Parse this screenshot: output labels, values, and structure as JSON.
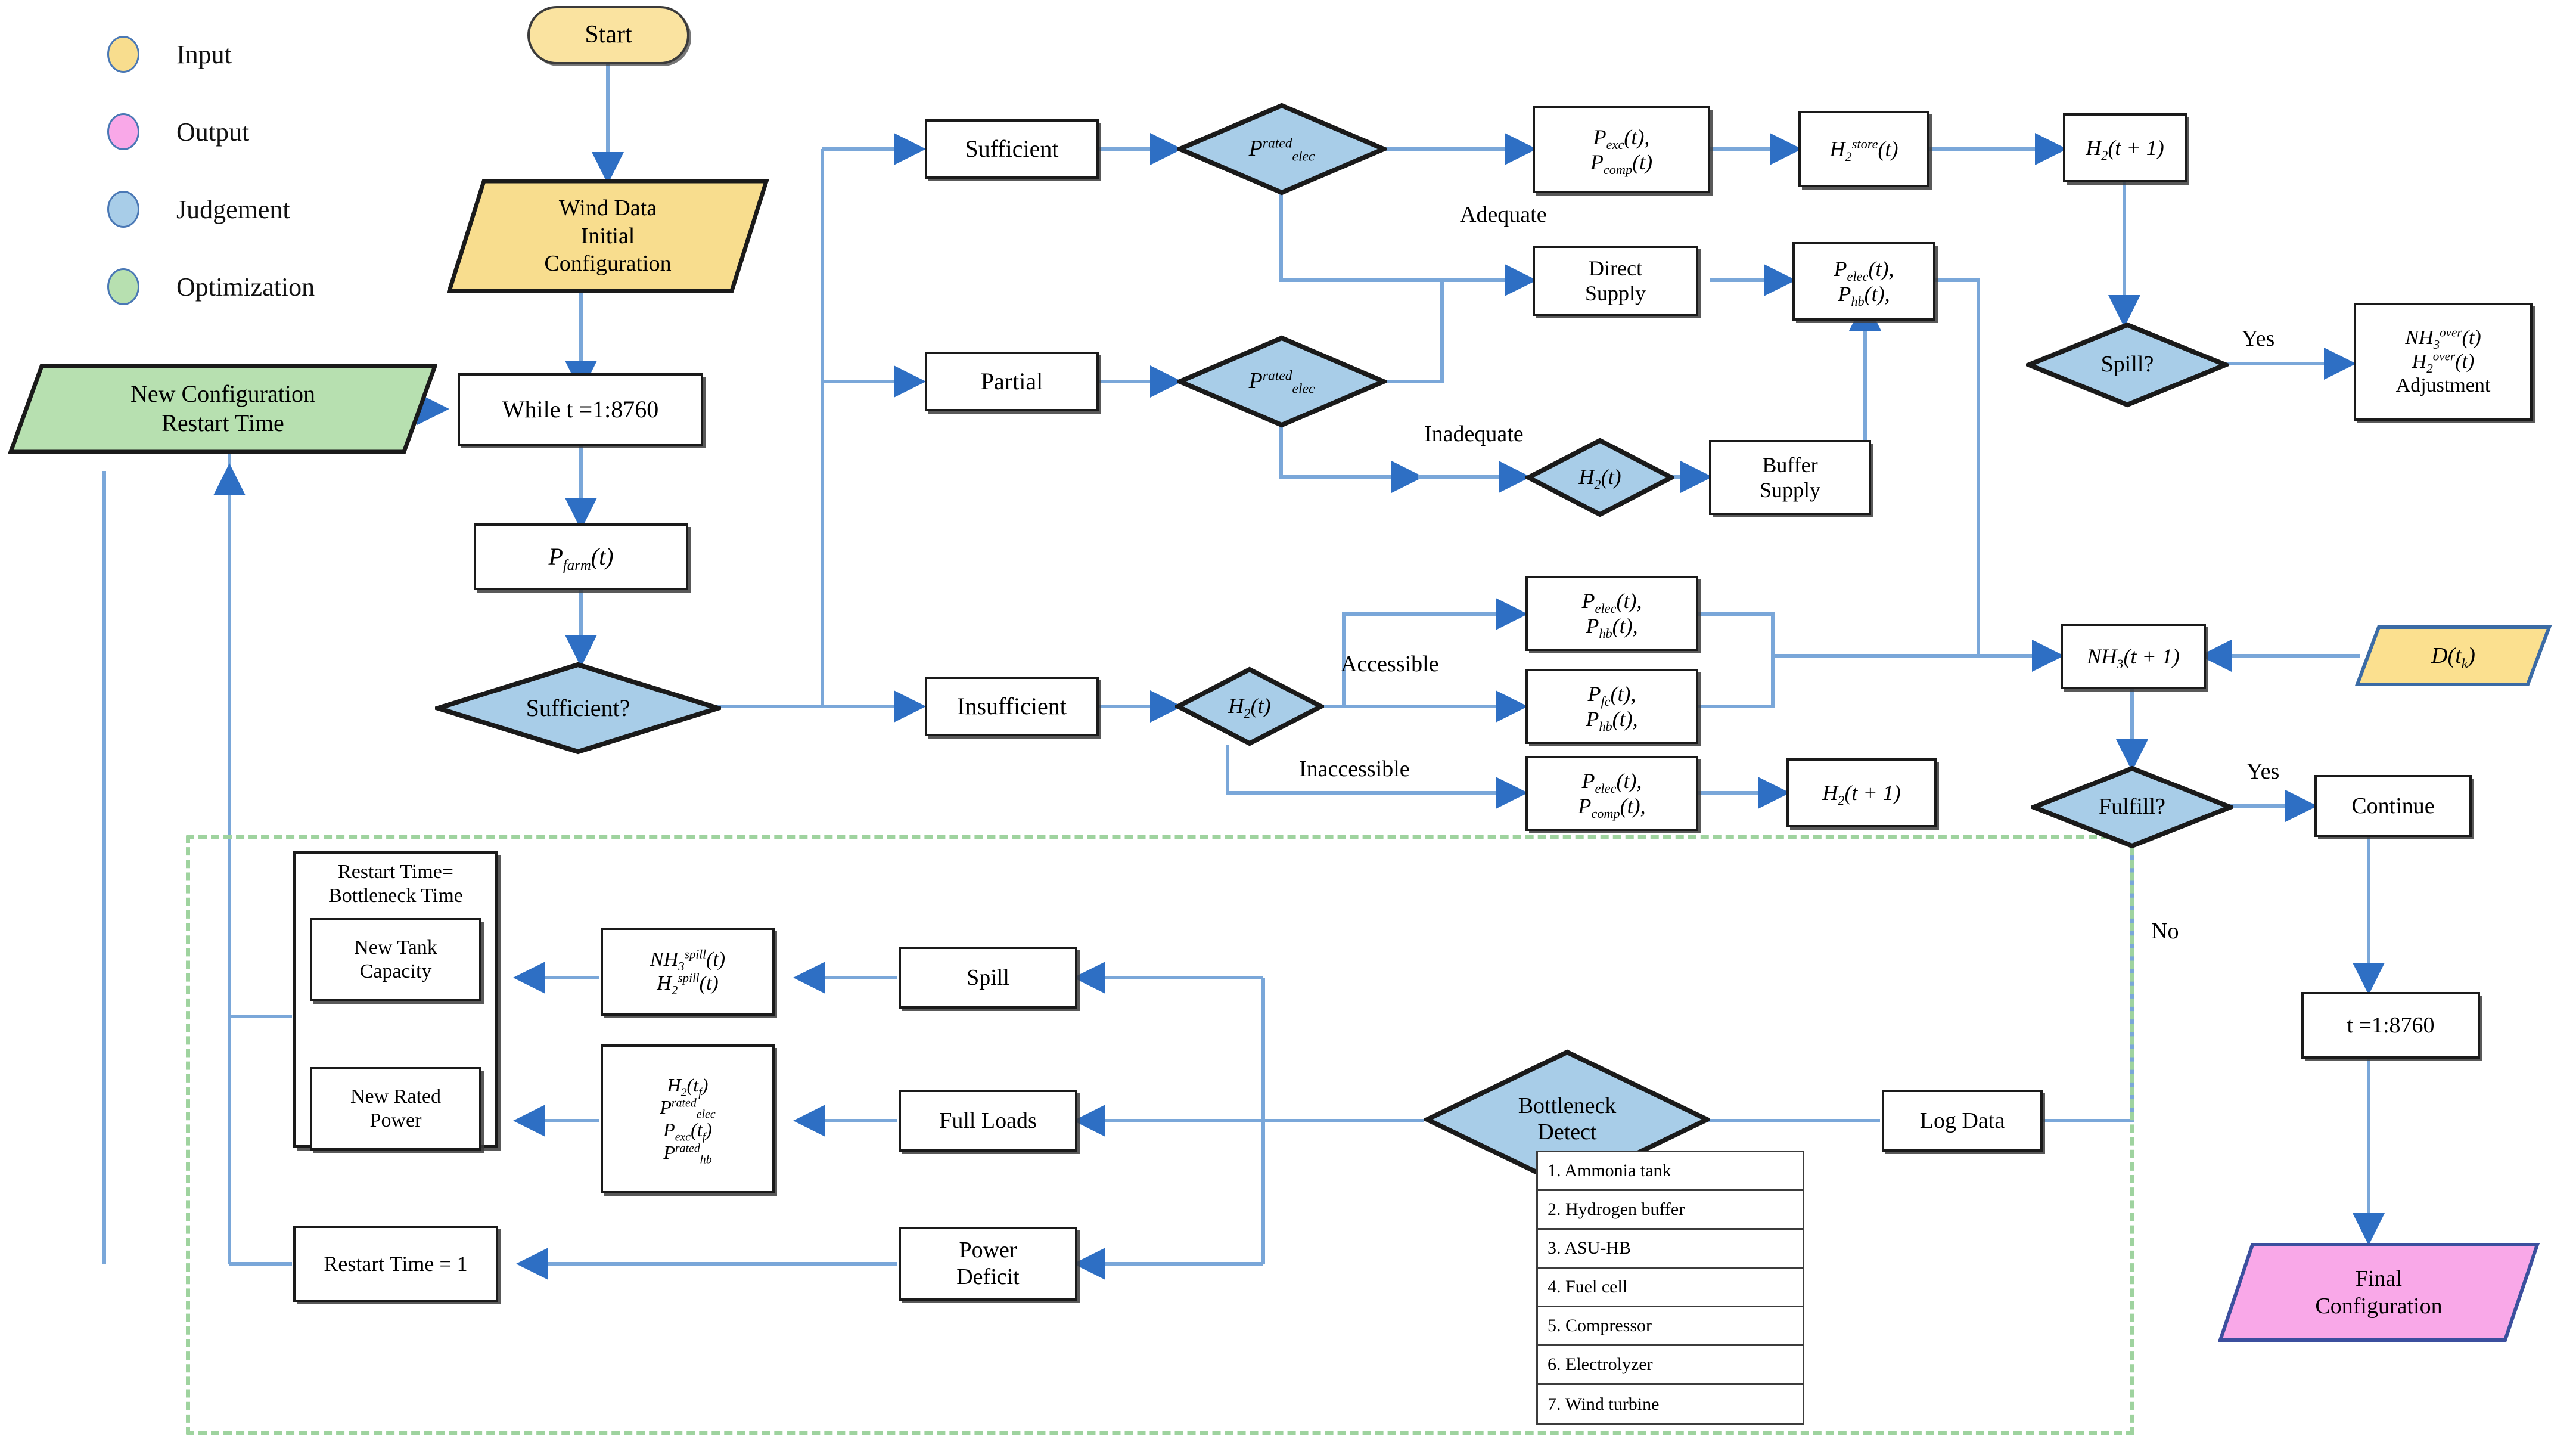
{
  "legend": {
    "items": [
      {
        "label": "Input",
        "color": "#f8dd8e"
      },
      {
        "label": "Output",
        "color": "#f9a8e8"
      },
      {
        "label": "Judgement",
        "color": "#a8cde8"
      },
      {
        "label": "Optimization",
        "color": "#b7e0b0"
      }
    ]
  },
  "nodes": {
    "start": "Start",
    "wind_data": "Wind Data\nInitial\nConfiguration",
    "new_config": "New Configuration\nRestart Time",
    "while_loop": "While t =1:8760",
    "p_farm": "Pfarm(t)",
    "sufficient_q": "Sufficient?",
    "sufficient": "Sufficient",
    "partial": "Partial",
    "insufficient": "Insufficient",
    "p_rated_elec_1": "Prated elec",
    "p_rated_elec_2": "Prated elec",
    "h2_t_mid": "H2(t)",
    "h2_t_low": "H2(t)",
    "p_exc_comp": "Pexc(t), Pcomp(t)",
    "h2_store": "H2store(t)",
    "h2_t_plus_1_top": "H2(t + 1)",
    "direct_supply": "Direct\nSupply",
    "p_elec_hb_1": "Pelec(t), Phb(t),",
    "buffer_supply": "Buffer\nSupply",
    "p_elec_hb_2": "Pelec(t), Phb(t),",
    "p_fc_hb": "Pfc(t), Phb(t),",
    "p_elec_comp": "Pelec(t), Pcomp(t),",
    "h2_t_plus_1_bot": "H2(t + 1)",
    "spill_q": "Spill?",
    "nh3_over": "NH3over(t) H2over(t) Adjustment",
    "nh3_t_plus_1": "NH3(t + 1)",
    "d_tk": "D(tk)",
    "fulfill_q": "Fulfill?",
    "continue": "Continue",
    "t_range": "t =1:8760",
    "final_config": "Final\nConfiguration",
    "log_data": "Log Data",
    "bottleneck_detect": "Bottleneck\nDetect",
    "spill": "Spill",
    "full_loads": "Full Loads",
    "power_deficit": "Power\nDeficit",
    "nh3_spill": "NH3spill(t) H2spill(t)",
    "full_loads_vals": "H2(tf) Pratedelec Pexc(tf) Pratedhb",
    "restart_group": "Restart Time=\nBottleneck Time",
    "new_tank_capacity": "New Tank\nCapacity",
    "new_rated_power": "New Rated\nPower",
    "restart_time_1": "Restart Time = 1"
  },
  "edge_labels": {
    "adequate": "Adequate",
    "inadequate": "Inadequate",
    "accessible": "Accessible",
    "inaccessible": "Inaccessible",
    "yes_spill": "Yes",
    "yes_fulfill": "Yes",
    "no_fulfill": "No"
  },
  "component_list": [
    "1. Ammonia tank",
    "2. Hydrogen buffer",
    "3. ASU-HB",
    "4. Fuel cell",
    "5. Compressor",
    "6. Electrolyzer",
    "7. Wind turbine"
  ],
  "colors": {
    "input": "#f8dd8e",
    "output": "#f9a8e8",
    "judgement": "#a8cde8",
    "optimization": "#b7e0b0",
    "edge": "#7aa7d9",
    "arrow": "#2e6fc4",
    "stroke": "#1a1a1a",
    "dashed": "#9fd39f"
  }
}
